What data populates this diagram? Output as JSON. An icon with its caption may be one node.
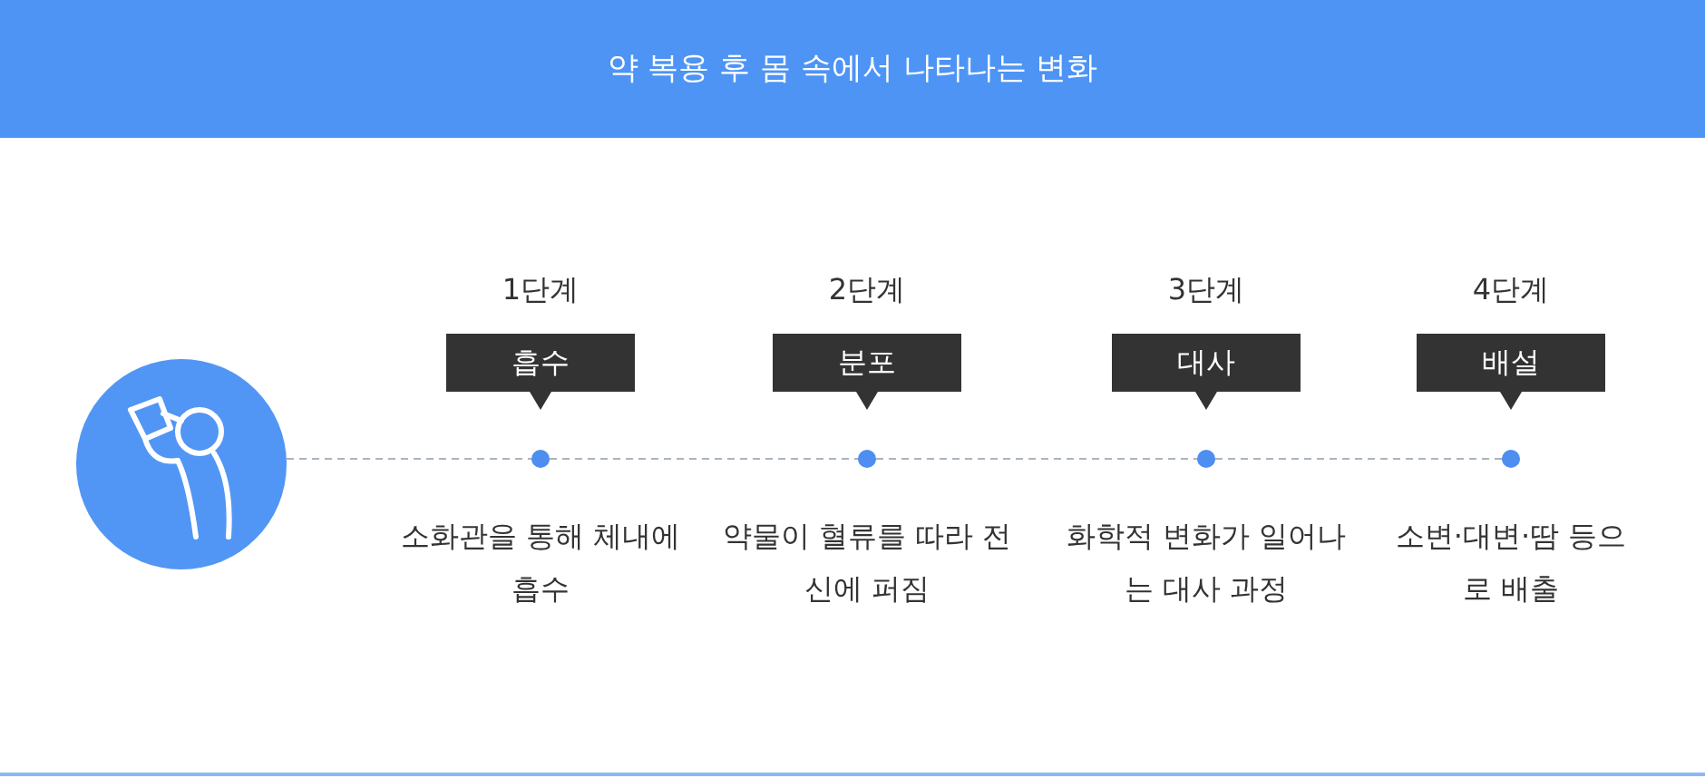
{
  "diagram": {
    "title": "약 복용 후 몸 속에서 나타나는 변화",
    "nodes": [
      {
        "text": [],
        "shape": "circle"
      },
      {
        "text": [
          "흡수"
        ],
        "beside": [
          "1단계"
        ]
      },
      {
        "text": [],
        "shape": "circle",
        "beside": [
          "소화관을 통해 체내에 흡수"
        ]
      },
      {
        "text": [
          "분포"
        ],
        "beside": [
          "2단계"
        ]
      },
      {
        "text": [],
        "shape": "circle",
        "beside": [
          "약물이 혈류를 따라 전신에 퍼짐"
        ]
      },
      {
        "text": [
          "대사"
        ],
        "beside": [
          "3단계"
        ]
      },
      {
        "text": [],
        "shape": "circle",
        "beside": [
          "화학적 변화가 일어나는 대사 과정"
        ]
      },
      {
        "text": [
          "배설"
        ],
        "beside": [
          "4단계"
        ]
      },
      {
        "text": [],
        "shape": "circle",
        "beside": [
          "소변·대변·땀 등으로 배출"
        ]
      }
    ],
    "edges": [
      {
        "from": 0,
        "to": 2,
        "arrow": "none",
        "style": "dashed"
      },
      {
        "from": 2,
        "to": 4,
        "arrow": "none",
        "style": "dashed"
      },
      {
        "from": 4,
        "to": 6,
        "arrow": "none",
        "style": "dashed"
      },
      {
        "from": 6,
        "to": 8,
        "arrow": "none",
        "style": "dashed"
      }
    ]
  }
}
